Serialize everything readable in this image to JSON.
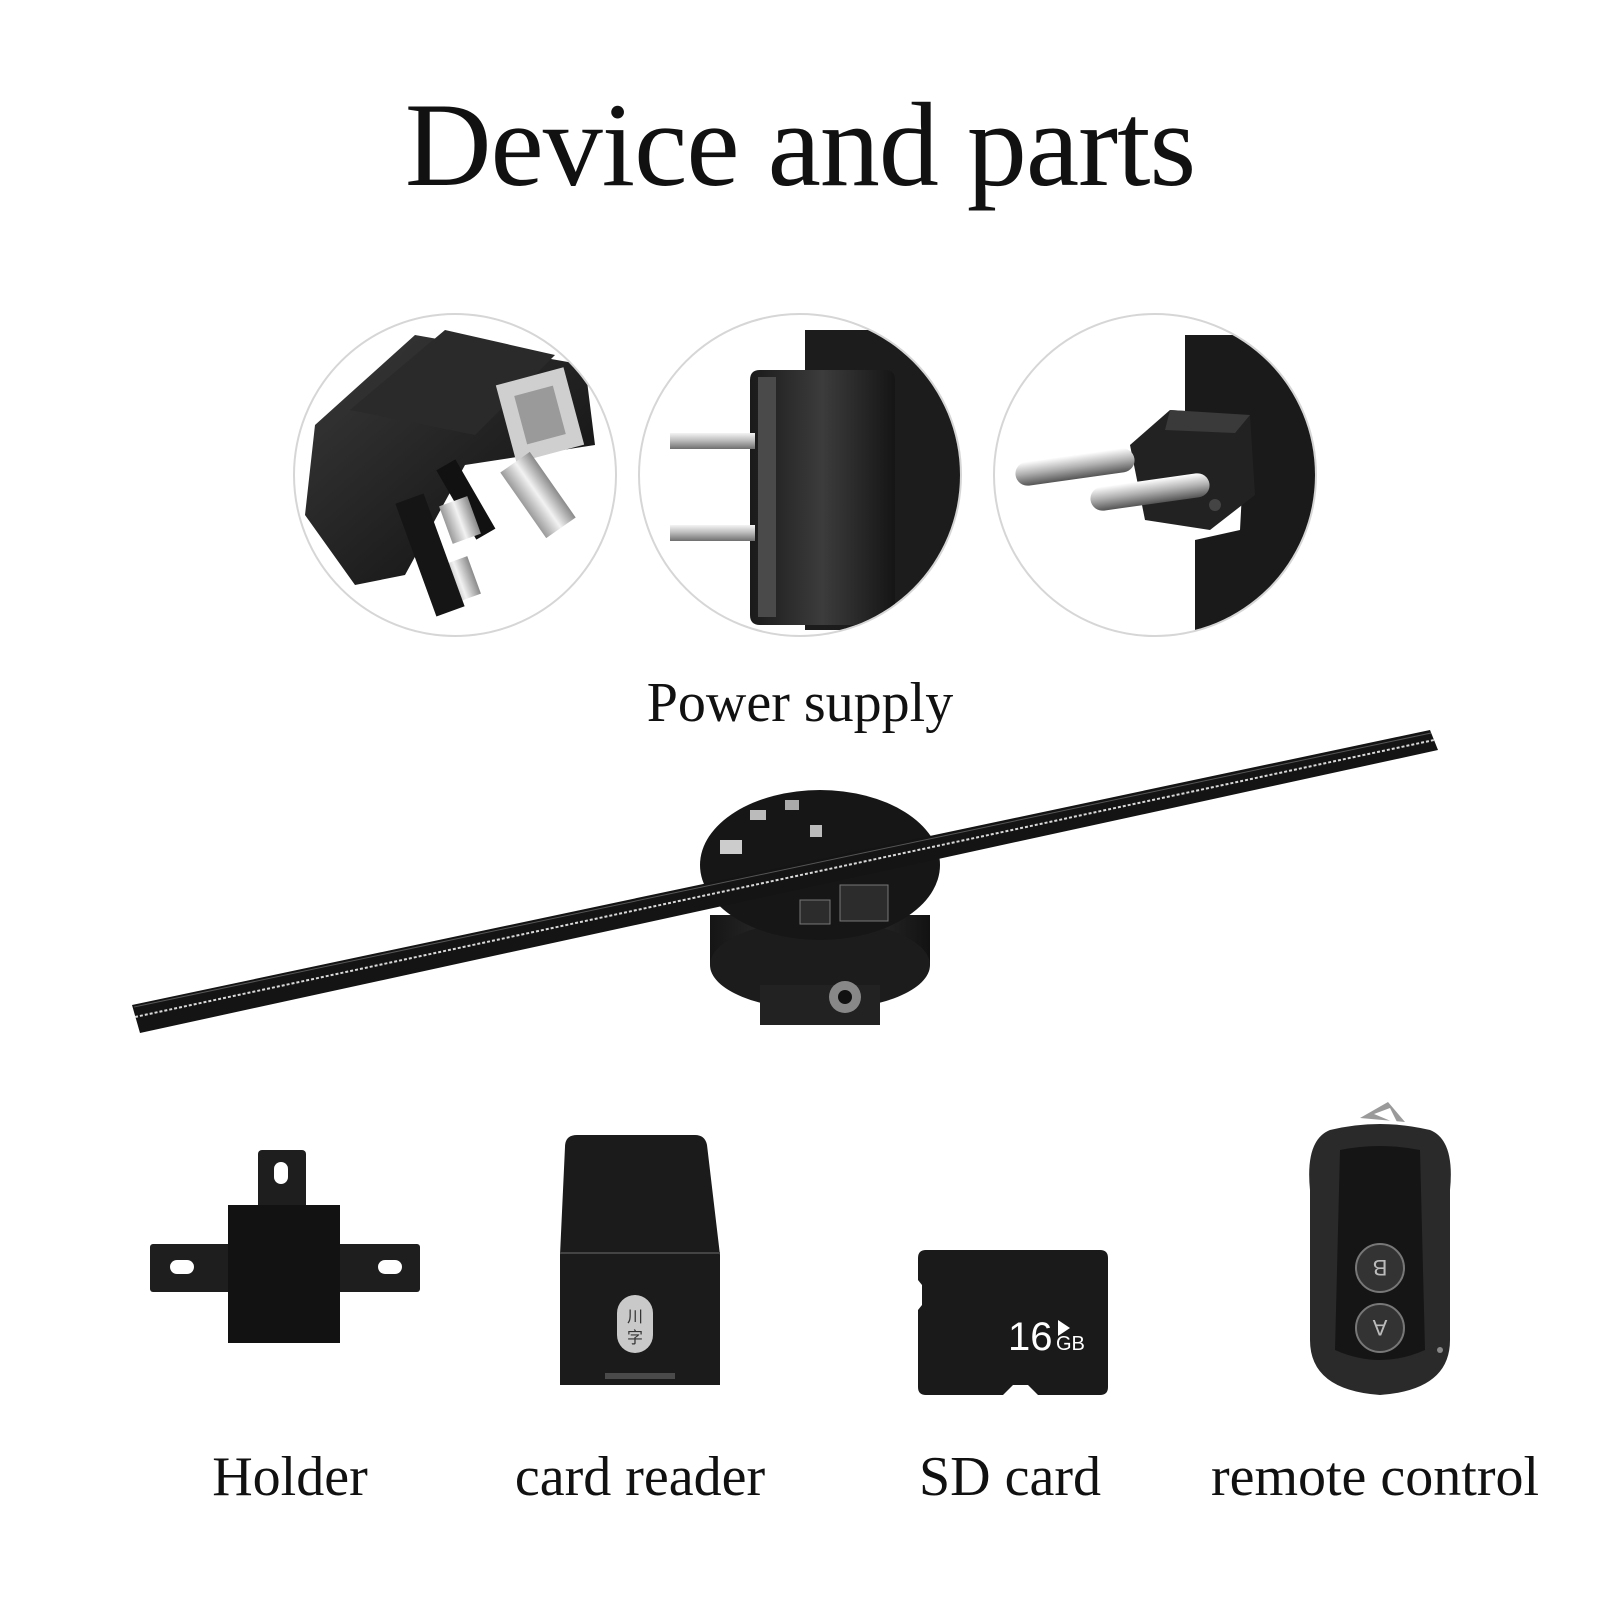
{
  "title": "Device and parts",
  "power_supply": {
    "label": "Power supply",
    "plugs": [
      {
        "icon": "uk-plug-icon"
      },
      {
        "icon": "us-plug-icon"
      },
      {
        "icon": "eu-plug-icon"
      }
    ]
  },
  "device": {
    "icon": "hologram-fan-icon"
  },
  "parts": [
    {
      "label": "Holder",
      "icon": "holder-bracket-icon"
    },
    {
      "label": "card reader",
      "icon": "card-reader-icon",
      "brand_mark": "川字"
    },
    {
      "label": "SD card",
      "icon": "sd-card-icon",
      "capacity": "16",
      "unit": "GB"
    },
    {
      "label": "remote control",
      "icon": "remote-control-icon",
      "buttons": [
        "B",
        "A"
      ]
    }
  ]
}
